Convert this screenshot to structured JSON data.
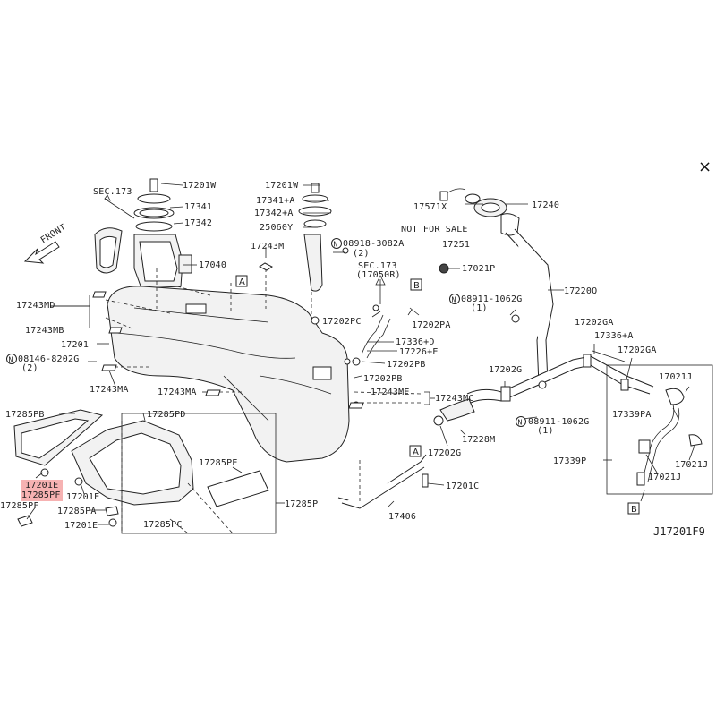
{
  "diagram_code": "J17201F9",
  "close_glyph": "×",
  "front_label": "FRONT",
  "labels": {
    "sec173_a": "SEC.173",
    "p17201w_a": "17201W",
    "p17341": "17341",
    "p17342": "17342",
    "p17040": "17040",
    "p17201w_b": "17201W",
    "p17341a": "17341+A",
    "p17342a": "17342+A",
    "p25060y": "25060Y",
    "p17243m": "17243M",
    "n08918": "08918-3082A",
    "n08918_qty": "(2)",
    "sec173_b": "SEC.173",
    "sec173_b_sub": "(17050R)",
    "p17571x": "17571X",
    "not_for_sale": "NOT FOR SALE",
    "p17251": "17251",
    "p17240": "17240",
    "p17021p": "17021P",
    "p17220q": "17220Q",
    "n08911_a": "08911-1062G",
    "n08911_a_qty": "(1)",
    "p17202ga_a": "17202GA",
    "p17336a": "17336+A",
    "p17202ga_b": "17202GA",
    "p17243md": "17243MD",
    "p17243mb": "17243MB",
    "p17201": "17201",
    "n08146": "08146-8202G",
    "n08146_qty": "(2)",
    "p17243ma_a": "17243MA",
    "p17243ma_b": "17243MA",
    "p17202pc": "17202PC",
    "p17202pa": "17202PA",
    "p17336d": "17336+D",
    "p17226e": "17226+E",
    "p17202pb_a": "17202PB",
    "p17202pb_b": "17202PB",
    "p17243me": "17243ME",
    "p17243mc": "17243MC",
    "p17202g_a": "17202G",
    "p17021j_a": "17021J",
    "p17339pa": "17339PA",
    "n08911_b": "08911-1062G",
    "n08911_b_qty": "(1)",
    "p17228m": "17228M",
    "p17202g_b": "17202G",
    "p17021j_b": "17021J",
    "p17021j_c": "17021J",
    "p17339p": "17339P",
    "p17201c": "17201C",
    "p17406": "17406",
    "p17285pb": "17285PB",
    "p17285pd": "17285PD",
    "p17285pe": "17285PE",
    "p17285p": "17285P",
    "p17201e_a": "17201E",
    "p17285pf_a": "17285PF",
    "p17285pf_b": "17285PF",
    "p17201e_b": "17201E",
    "p17285pa": "17285PA",
    "p17285pc": "17285PC",
    "p17201e_c": "17201E"
  },
  "refs": {
    "a": "A",
    "b": "B",
    "n": "N"
  }
}
